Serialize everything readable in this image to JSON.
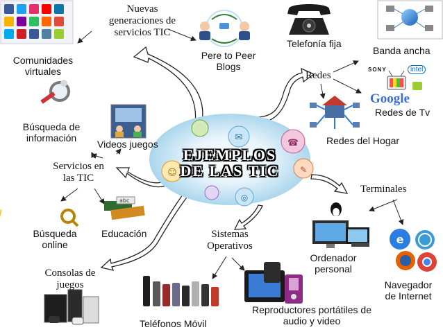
{
  "center": {
    "line1": "EJEMPLOS",
    "line2": "DE LAS TIC"
  },
  "nodes": {
    "nuevas_generaciones": {
      "line1": "Nuevas",
      "line2": "generaciones de",
      "line3": "servicios TIC"
    },
    "p2p": {
      "line1": "Pere to Peer",
      "line2": "Blogs"
    },
    "comunidades": {
      "line1": "Comunidades",
      "line2": "virtuales"
    },
    "busqueda_info": {
      "line1": "Búsqueda de",
      "line2": "información"
    },
    "videojuegos": "Videos juegos",
    "servicios": {
      "line1": "Servicios en",
      "line2": "las TIC"
    },
    "busqueda_online": {
      "line1": "Búsqueda",
      "line2": "online"
    },
    "educacion": "Educación",
    "consolas": {
      "line1": "Consolas de",
      "line2": "juegos"
    },
    "telefonos": "Teléfonos Móvil",
    "sistemas": {
      "line1": "Sistemas",
      "line2": "Operativos"
    },
    "reproductores": {
      "line1": "Reproductores portátiles de",
      "line2": "audio y video"
    },
    "telefonia": "Telefonía fija",
    "banda": "Banda ancha",
    "redes": "Redes",
    "redes_tv": "Redes de Tv",
    "redes_hogar": "Redes del Hogar",
    "terminales": "Terminales",
    "ordenador": {
      "line1": "Ordenador",
      "line2": "personal"
    },
    "navegador": {
      "line1": "Navegador",
      "line2": "de Internet"
    }
  },
  "logos": {
    "sony": "SONY",
    "intel": "intel",
    "google": "Google"
  },
  "colors": {
    "arrow_fill": "#ffffff",
    "arrow_stroke": "#222222",
    "google_blue": "#3b6fd4",
    "google_red": "#d9302c",
    "google_yellow": "#e8b70d",
    "google_green": "#2c9b3a"
  }
}
